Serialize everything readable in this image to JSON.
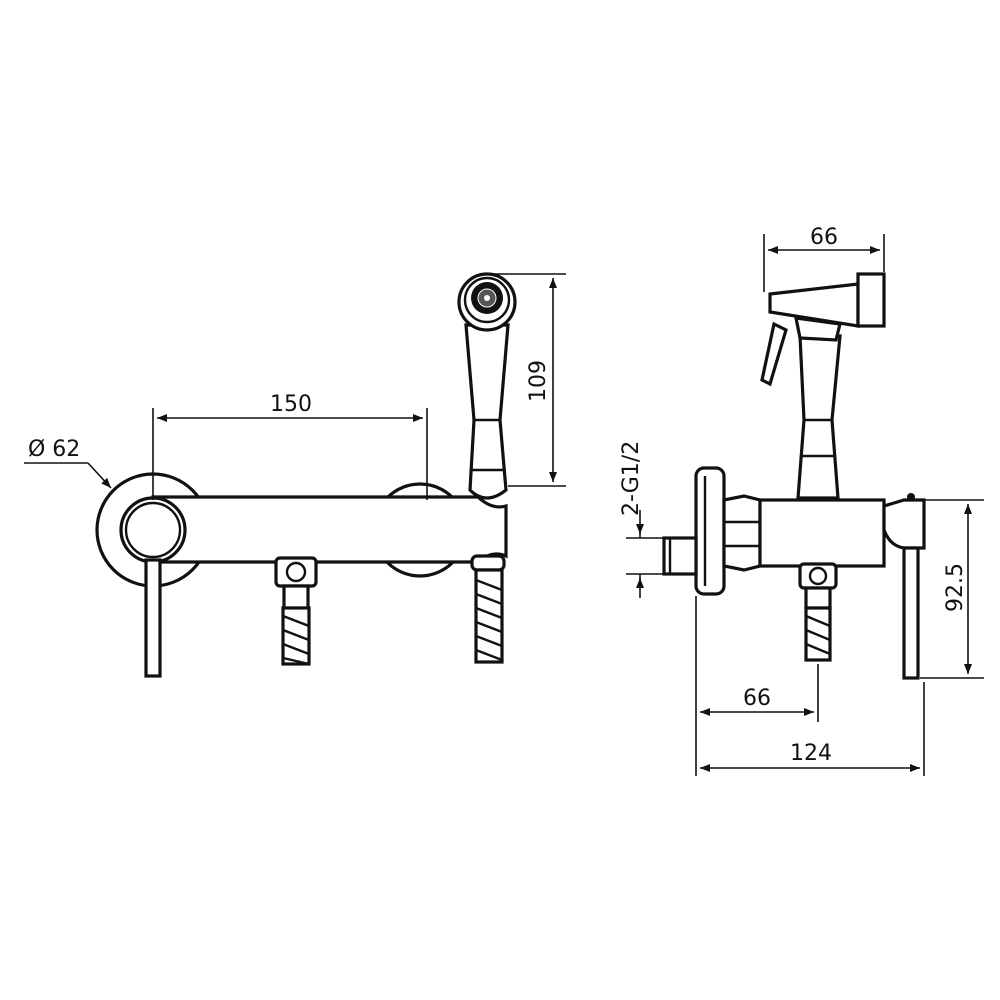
{
  "drawing": {
    "colors": {
      "line": "#111111",
      "background": "#ffffff"
    },
    "front_view": {
      "dim_diameter": "Ø 62",
      "dim_spacing": "150",
      "dim_height": "109"
    },
    "side_view": {
      "dim_top": "66",
      "dim_thread": "2-G1/2",
      "dim_height": "92.5",
      "dim_depth": "66",
      "dim_total": "124"
    }
  }
}
